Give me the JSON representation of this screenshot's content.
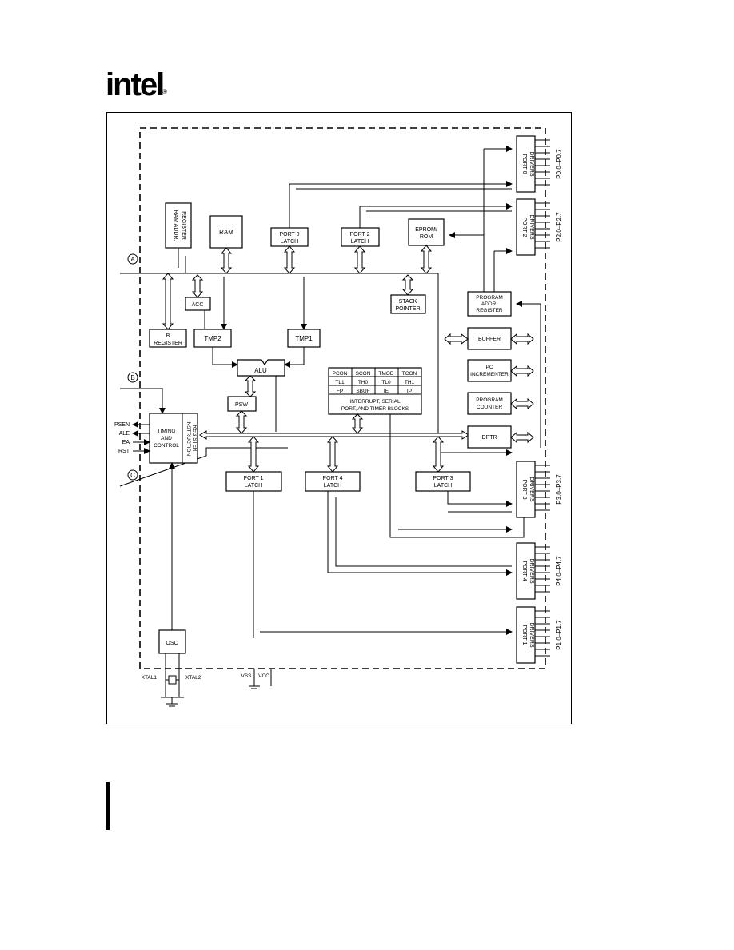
{
  "header": {
    "logo_text": "intel",
    "reg_mark": "®"
  },
  "blocks": {
    "ram_addr": [
      "RAM ADDR.",
      "REGISTER"
    ],
    "ram": "RAM",
    "port0_latch": [
      "PORT 0",
      "LATCH"
    ],
    "port2_latch": [
      "PORT 2",
      "LATCH"
    ],
    "eprom": [
      "EPROM/",
      "ROM"
    ],
    "port0_drivers": [
      "PORT 0",
      "DRIVERS"
    ],
    "port2_drivers": [
      "PORT 2",
      "DRIVERS"
    ],
    "acc": "ACC",
    "stack_pointer": [
      "STACK",
      "POINTER"
    ],
    "program_addr": [
      "PROGRAM",
      "ADDR.",
      "REGISTER"
    ],
    "b_register": [
      "B",
      "REGISTER"
    ],
    "tmp2": "TMP2",
    "tmp1": "TMP1",
    "buffer": "BUFFER",
    "alu": "ALU",
    "pc_incrementer": [
      "PC",
      "INCREMENTER"
    ],
    "psw": "PSW",
    "program_counter": [
      "PROGRAM",
      "COUNTER"
    ],
    "timing": [
      "TIMING",
      "AND",
      "CONTROL"
    ],
    "instruction_register": [
      "INSTRUCTION",
      "REGISTER"
    ],
    "dptr": "DPTR",
    "port1_latch": [
      "PORT 1",
      "LATCH"
    ],
    "port4_latch": [
      "PORT 4",
      "LATCH"
    ],
    "port3_latch": [
      "PORT 3",
      "LATCH"
    ],
    "port3_drivers": [
      "PORT 3",
      "DRIVERS"
    ],
    "port4_drivers": [
      "PORT 4",
      "DRIVERS"
    ],
    "port1_drivers": [
      "PORT 1",
      "DRIVERS"
    ],
    "osc": "OSC"
  },
  "sfr_table": {
    "rows": [
      [
        "PCON",
        "SCON",
        "TMOD",
        "TCON"
      ],
      [
        "TL1",
        "TH0",
        "TL0",
        "TH1"
      ],
      [
        "FP",
        "SBUF",
        "IE",
        "IP"
      ]
    ],
    "caption": [
      "INTERRUPT, SERIAL",
      "PORT, AND TIMER BLOCKS"
    ]
  },
  "pin_labels": {
    "port0": "P0.0–P0.7",
    "port2": "P2.0–P2.7",
    "port3": "P3.0–P3.7",
    "port4": "P4.0–P4.7",
    "port1": "P1.0–P1.7"
  },
  "control_signals": [
    "PSEN",
    "ALE",
    "EA",
    "RST"
  ],
  "connectors": {
    "a": "A",
    "b": "B",
    "c": "C"
  },
  "supply": {
    "vss": "VSS",
    "vcc": "VCC"
  },
  "crystal": {
    "xtal1": "XTAL1",
    "xtal2": "XTAL2"
  }
}
